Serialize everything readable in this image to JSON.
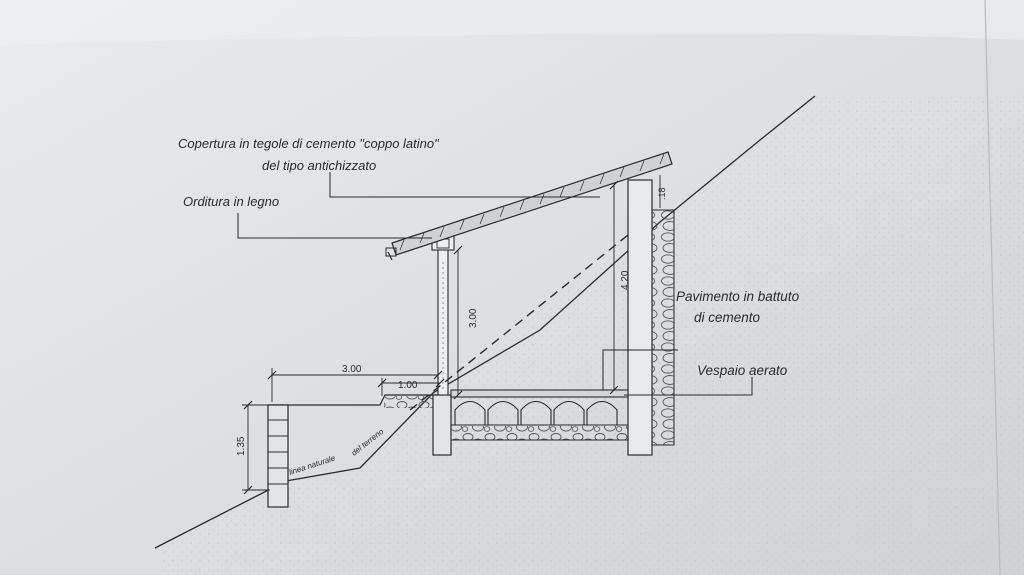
{
  "labels": {
    "roof_covering_line1": "Copertura in tegole di cemento \"coppo latino\"",
    "roof_covering_line2": "del tipo antichizzato",
    "timber_frame": "Orditura in legno",
    "floor_line1": "Pavimento in battuto",
    "floor_line2": "di cemento",
    "crawl_space": "Vespaio aerato",
    "ground_line_a": "linea naturale",
    "ground_line_b": "del terreno"
  },
  "dimensions": {
    "terrace_width": "3.00",
    "step_width": "1.00",
    "wall_height": "1.35",
    "front_height": "3.00",
    "rear_height": "4.20",
    "roof_thickness": ".18"
  }
}
